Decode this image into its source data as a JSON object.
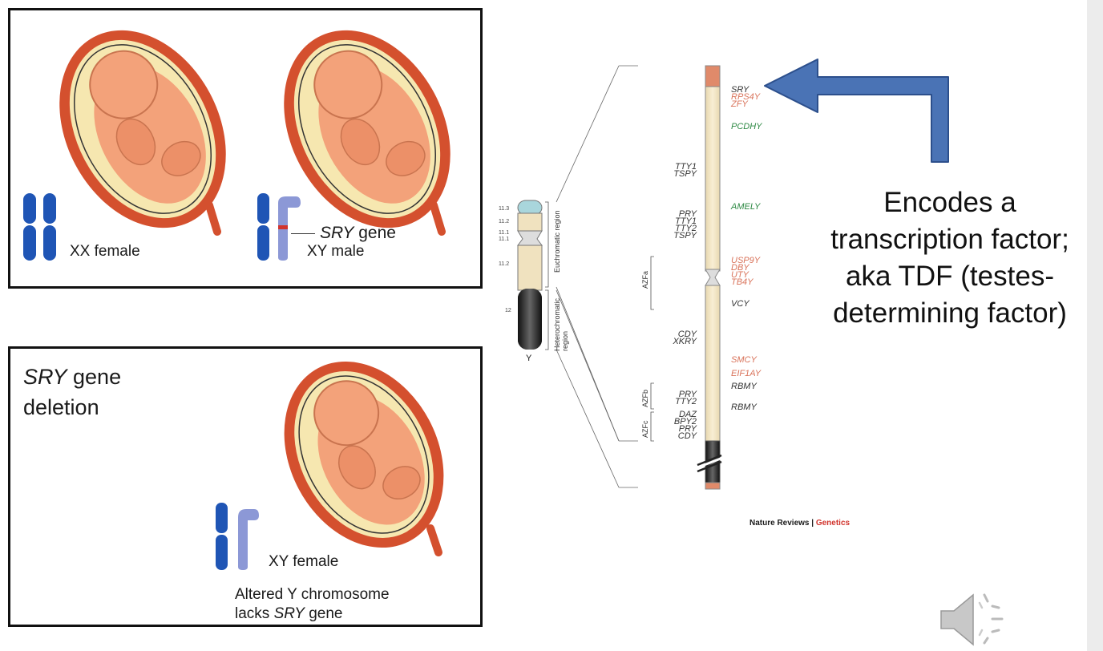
{
  "panel_top": {
    "label_female": "XX female",
    "label_sry": "SRY",
    "label_gene": " gene",
    "label_male": "XY male"
  },
  "panel_bottom": {
    "heading_sry": "SRY",
    "heading_gene": " gene",
    "heading_deletion": "deletion",
    "label_xy_female": "XY female",
    "note_line1": "Altered Y chromosome",
    "note_line2_prefix": "lacks ",
    "note_line2_sry": "SRY",
    "note_line2_suffix": " gene"
  },
  "ideogram": {
    "bands": [
      "11.3",
      "11.2",
      "11.1",
      "11.1",
      "11.2",
      "12"
    ],
    "chrom_label": "Y",
    "region_euchromatic": "Euchromatic region",
    "region_heterochromatic": "Heterochromatic region"
  },
  "genes_right": {
    "sry": "SRY",
    "rps4y": "RPS4Y",
    "zfy": "ZFY",
    "pcdhy": "PCDHY",
    "amely": "AMELY",
    "usp9y": "USP9Y",
    "dby": "DBY",
    "uty": "UTY",
    "tb4y": "TB4Y",
    "vcy": "VCY",
    "smcy": "SMCY",
    "eif1ay": "EIF1AY",
    "rbmy1": "RBMY",
    "rbmy2": "RBMY"
  },
  "genes_left": {
    "tty1a": "TTY1",
    "tspya": "TSPY",
    "pry1": "PRY",
    "tty1b": "TTY1",
    "tty2a": "TTY2",
    "tspyb": "TSPY",
    "cdy1": "CDY",
    "xkry": "XKRY",
    "pry2": "PRY",
    "tty2b": "TTY2",
    "daz": "DAZ",
    "bpy2": "BPY2",
    "pry3": "PRY",
    "cdy2": "CDY"
  },
  "azf": {
    "a": "AZFa",
    "b": "AZFb",
    "c": "AZFc"
  },
  "credit": {
    "journal": "Nature Reviews | ",
    "section": "Genetics"
  },
  "annotation": {
    "line1": "Encodes a",
    "line2": "transcription factor;",
    "line3": "aka TDF (testes-",
    "line4": "determining factor)"
  },
  "colors": {
    "arrow_fill": "#4a73b5",
    "arrow_stroke": "#2c4f8c",
    "chromosome_blue": "#1f55b5",
    "chromosome_lilac": "#8c98d6",
    "uterus": "#d4502e",
    "fetus": "#f3a27a",
    "genetics_red": "#d1342d"
  },
  "icons": {
    "speaker": "speaker-icon"
  }
}
